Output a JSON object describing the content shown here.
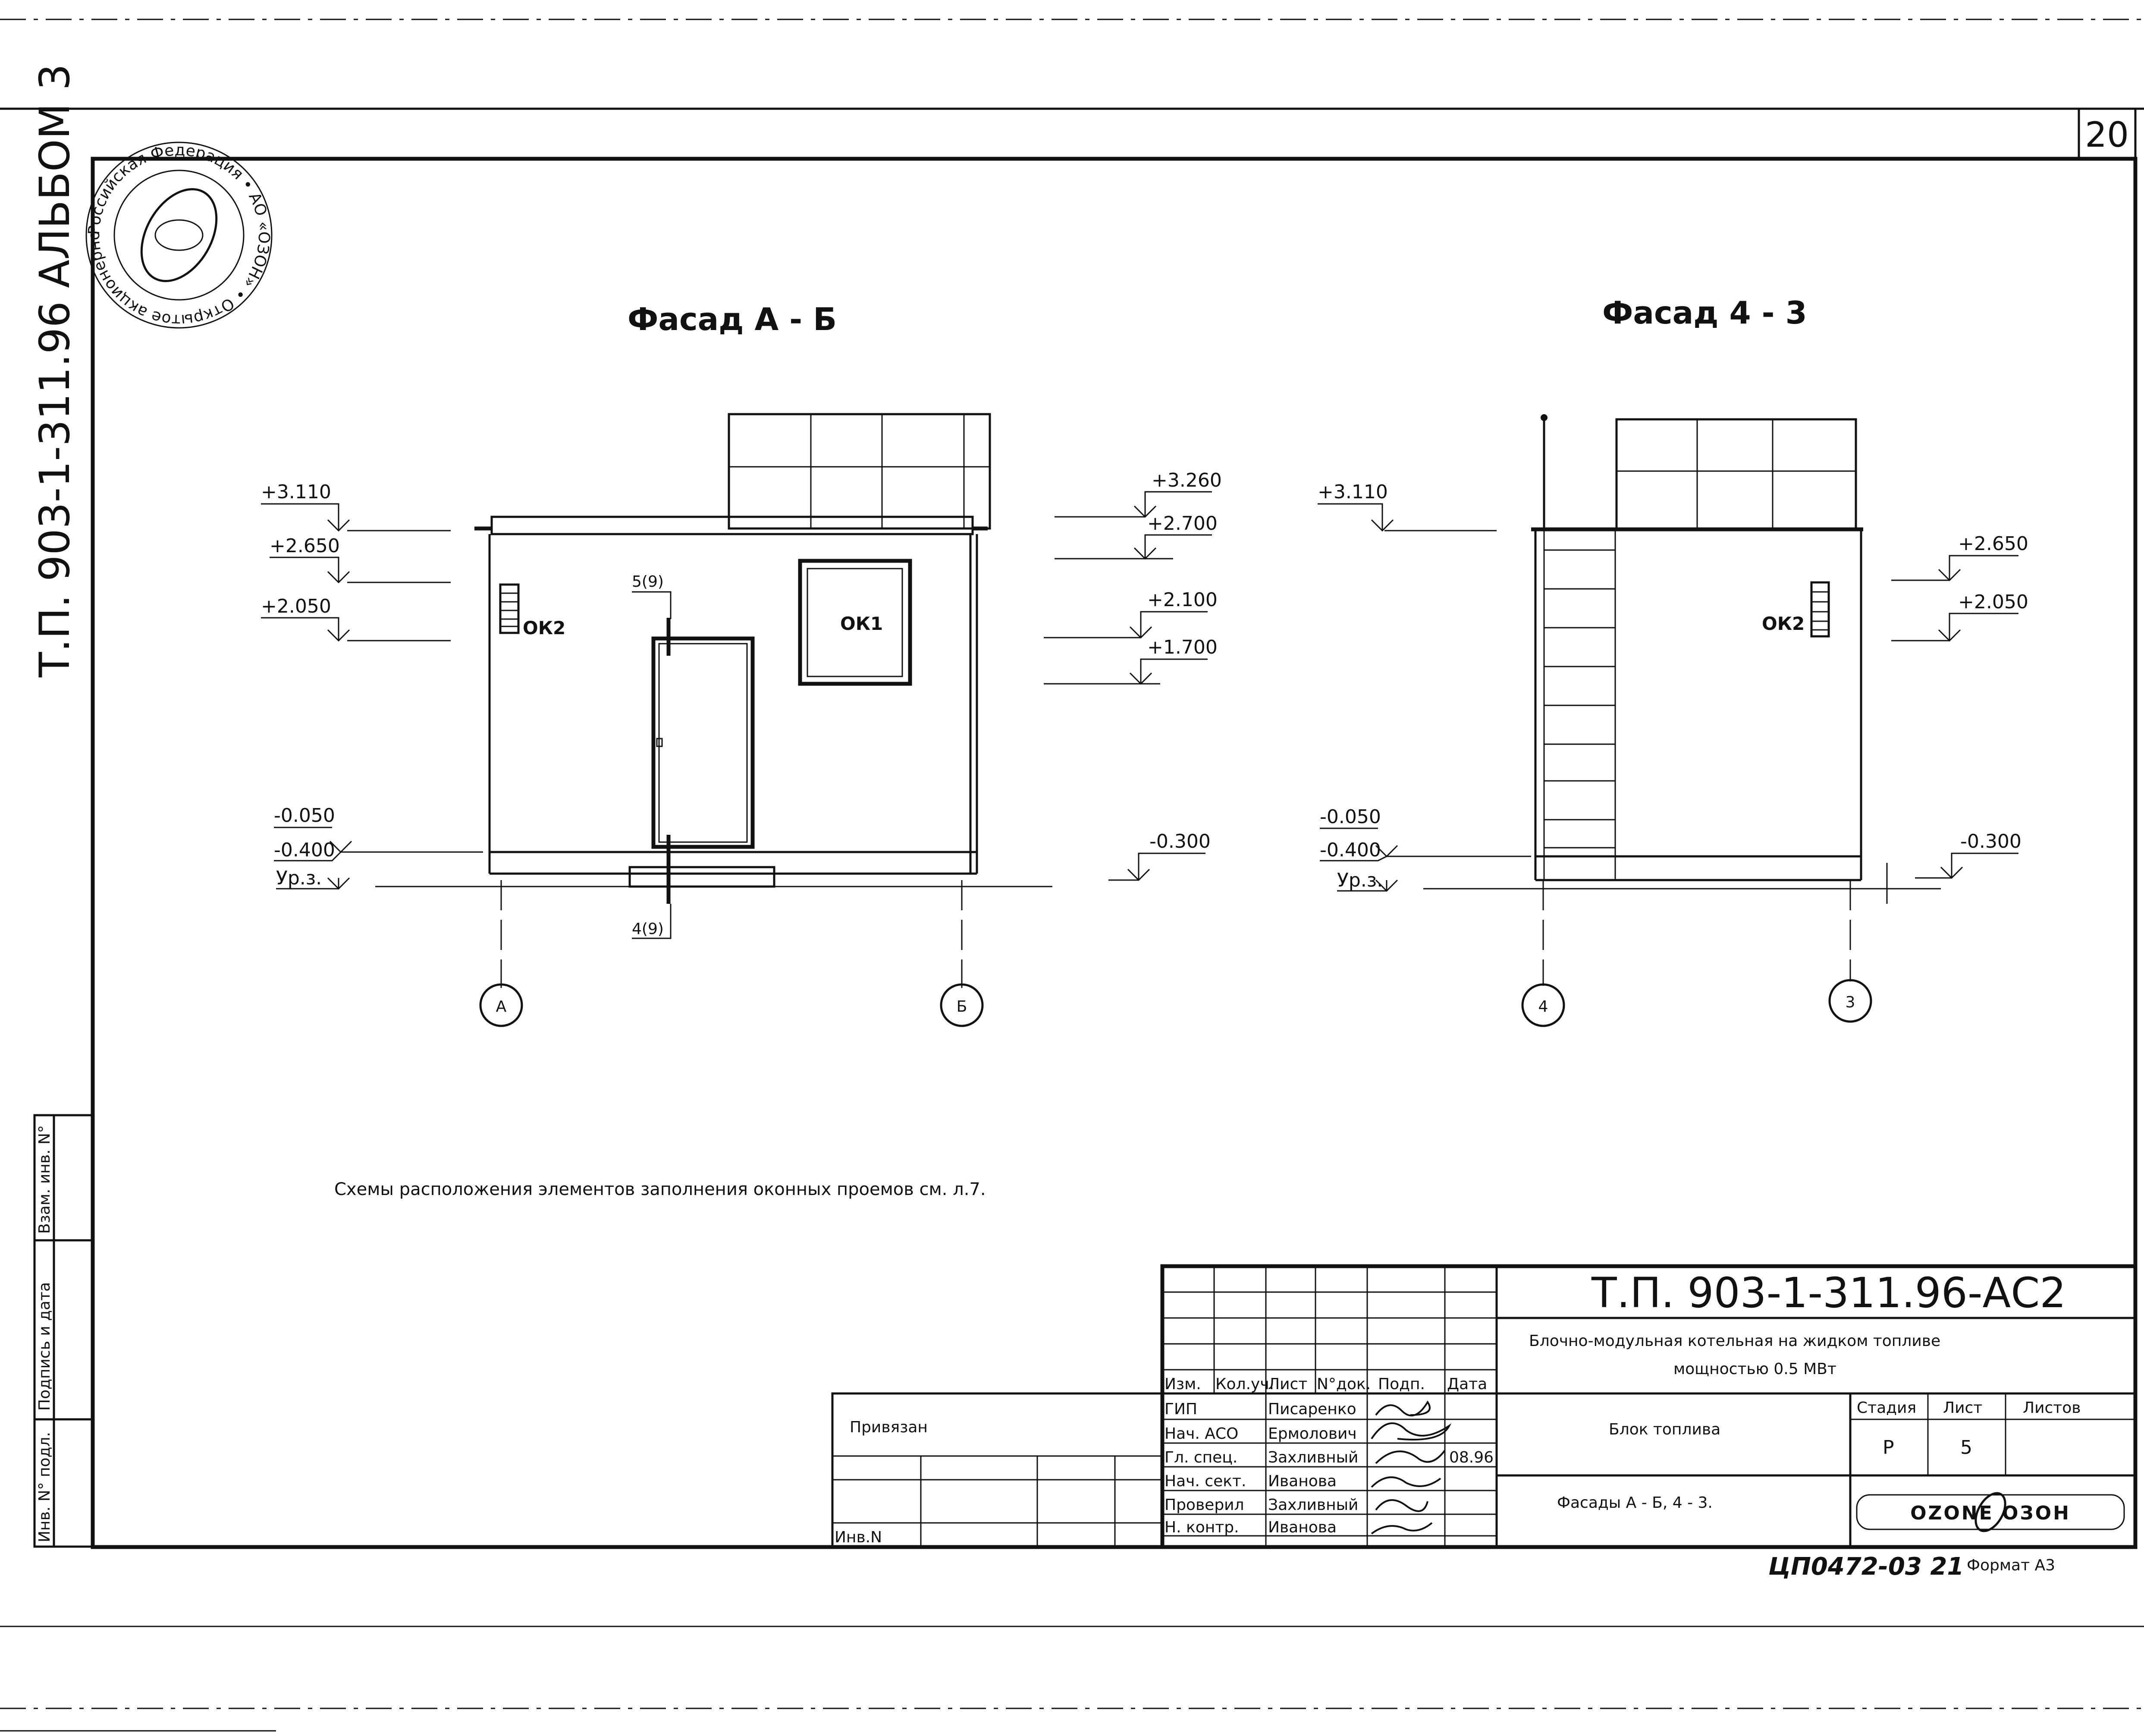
{
  "sheet": {
    "sheet_number": "20",
    "vertical_code": "Т.П. 903-1-311.96 АЛЬБОМ 3",
    "stamp_text": "Российская Федерация • АО «ОЗОН» • Открытое акционерное общество",
    "note": "Схемы расположения элементов заполнения оконных проемов см. л.7.",
    "bottom_code": "ЦП0472-03 21",
    "format_label": "Формат А3"
  },
  "facade_ab": {
    "title": "Фасад А - Б",
    "levels_left": [
      "+3.110",
      "+2.650",
      "+2.050",
      "-0.050",
      "-0.400",
      "Ур.з."
    ],
    "levels_right": [
      "+3.260",
      "+2.700",
      "+2.100",
      "+1.700",
      "-0.300"
    ],
    "ok2": "ОК2",
    "ok1": "ОК1",
    "callout_top": "5(9)",
    "callout_bottom": "4(9)",
    "axis_left": "А",
    "axis_right": "Б"
  },
  "facade_43": {
    "title": "Фасад 4 - 3",
    "levels_left": [
      "+3.110",
      "-0.050",
      "-0.400",
      "Ур.з."
    ],
    "levels_right": [
      "+2.650",
      "+2.050",
      "-0.300"
    ],
    "ok2": "ОК2",
    "axis_left": "4",
    "axis_right": "3"
  },
  "side_stamp": {
    "vzam": "Взам. инв. N°",
    "podpis": "Подпись и дата",
    "inv": "Инв. N° подл."
  },
  "title_block": {
    "code": "Т.П. 903-1-311.96-АС2",
    "project_line1": "Блочно-модульная котельная  на жидком топливе",
    "project_line2": "мощностью 0.5 МВт",
    "section": "Блок топлива",
    "drawing": "Фасады А - Б, 4 - 3.",
    "stage_label": "Стадия",
    "sheet_label": "Лист",
    "sheets_label": "Листов",
    "stage": "Р",
    "sheet": "5",
    "sheets": "",
    "company": "OZONE ОЗОН",
    "headers": [
      "Изм.",
      "Кол.уч.",
      "Лист",
      "N°док.",
      "Подп.",
      "Дата"
    ],
    "rows": [
      {
        "role": "ГИП",
        "name": "Писаренко",
        "date": ""
      },
      {
        "role": "Нач. АСО",
        "name": "Ермолович",
        "date": ""
      },
      {
        "role": "Гл. спец.",
        "name": "Захливный",
        "date": "08.96"
      },
      {
        "role": "Нач. сект.",
        "name": "Иванова",
        "date": ""
      },
      {
        "role": "Проверил",
        "name": "Захливный",
        "date": ""
      },
      {
        "role": "Н. контр.",
        "name": "Иванова",
        "date": ""
      }
    ],
    "privyazan": "Привязан",
    "inv_n": "Инв.N"
  }
}
